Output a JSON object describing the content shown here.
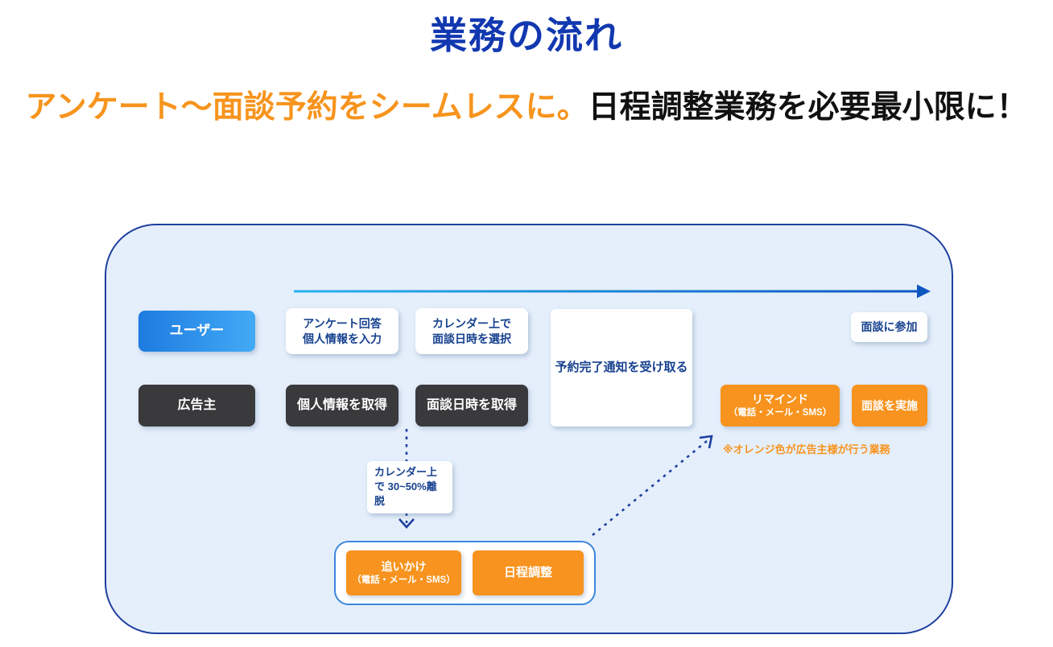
{
  "page": {
    "title": "業務の流れ",
    "subtitle_highlight": "アンケート〜面談予約をシームレスに。",
    "subtitle_rest": "日程調整業務を必要最小限に！"
  },
  "colors": {
    "title_blue": "#1238b0",
    "accent_orange": "#f7931e",
    "subtitle_orange": "#f7941d",
    "dark_gray": "#3a3a3c",
    "panel_bg": "#e5effb",
    "panel_border": "#1d3f9e",
    "box_text_blue": "#17418f",
    "user_gradient_start": "#1e7be0",
    "user_gradient_end": "#42aaf5",
    "arrow_gradient_start": "#27b2ef",
    "arrow_gradient_end": "#0e56c0",
    "dashed_arrow_blue": "#1c3f9f"
  },
  "diagram": {
    "user_lane": {
      "label": "ユーザー"
    },
    "advertiser_lane": {
      "label": "広告主"
    },
    "steps": {
      "survey": {
        "line1": "アンケート回答",
        "line2": "個人情報を入力"
      },
      "calendar": {
        "line1": "カレンダー上で",
        "line2": "面談日時を選択"
      },
      "notification": {
        "label": "予約完了通知を受け取る"
      },
      "join": {
        "label": "面談に参加"
      },
      "personal_info": {
        "label": "個人情報を取得"
      },
      "interview_time": {
        "label": "面談日時を取得"
      },
      "remind": {
        "line1": "リマインド",
        "line2": "（電話・メール・SMS）"
      },
      "conduct": {
        "label": "面談を実施"
      },
      "chase": {
        "line1": "追いかけ",
        "line2": "（電話・メール・SMS）"
      },
      "schedule": {
        "label": "日程調整"
      }
    },
    "dropoff_label": {
      "line1": "カレンダー上で",
      "line2": "30~50%離脱"
    },
    "note": "※オレンジ色が広告主様が行う業務"
  }
}
